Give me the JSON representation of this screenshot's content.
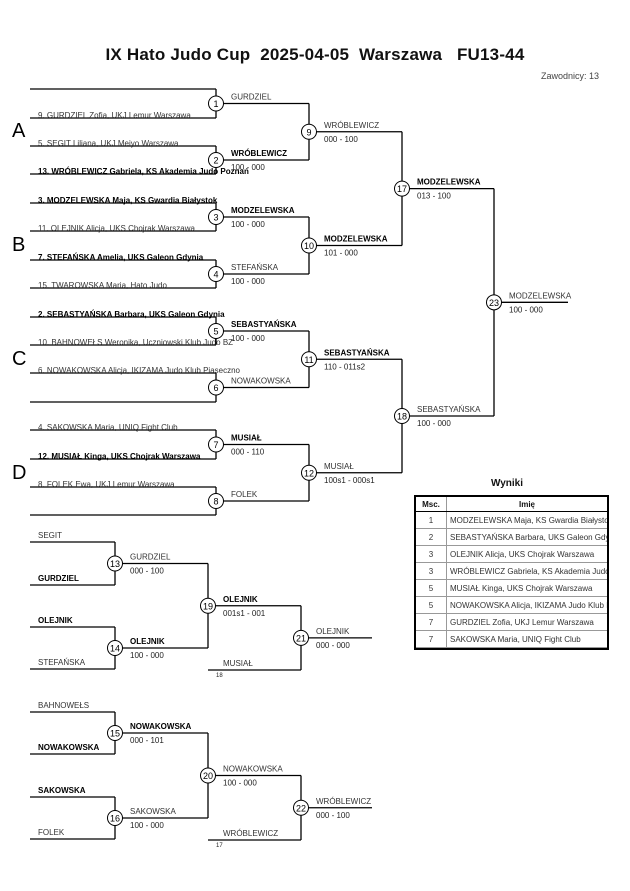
{
  "header": {
    "title": "IX Hato Judo Cup  2025-04-05  Warszawa   FU13-44",
    "competitors_count": "Zawodnicy: 13"
  },
  "groups": [
    "A",
    "B",
    "C",
    "D"
  ],
  "entries": [
    {
      "text": "9. GURDZIEL Zofia, UKJ Lemur Warszawa",
      "bold": false
    },
    {
      "text": "5. SEGIT Liliana, UKJ Meiyo Warszawa",
      "bold": false
    },
    {
      "text": "13. WRÓBLEWICZ Gabriela, KS Akademia Judo Poznań",
      "bold": true
    },
    {
      "text": "3. MODZELEWSKA Maja, KS Gwardia Białystok",
      "bold": true
    },
    {
      "text": "11. OLEJNIK Alicja, UKS Chojrak Warszawa",
      "bold": false
    },
    {
      "text": "7. STEFAŃSKA Amelia, UKS Galeon Gdynia",
      "bold": true
    },
    {
      "text": "15. TWAROWSKA Maria, Hato Judo",
      "bold": false
    },
    {
      "text": "2. SEBASTYAŃSKA Barbara, UKS Galeon Gdynia",
      "bold": true
    },
    {
      "text": "10. BAHNOWEŁS Weronika, Uczniowski Klub Judo BZ",
      "bold": false
    },
    {
      "text": "6. NOWAKOWSKA Alicja, IKIZAMA Judo Klub Piaseczno",
      "bold": false
    },
    {
      "text": "4. SAKOWSKA Maria, UNIQ Fight Club",
      "bold": false
    },
    {
      "text": "12. MUSIAŁ Kinga, UKS Chojrak Warszawa",
      "bold": true
    },
    {
      "text": "8. FOLEK Ewa, UKJ Lemur Warszawa",
      "bold": false
    }
  ],
  "matches": [
    {
      "id": "1",
      "name": "GURDZIEL",
      "score": "",
      "bold": false
    },
    {
      "id": "2",
      "name": "WRÓBLEWICZ",
      "score": "100 - 000",
      "bold": true
    },
    {
      "id": "3",
      "name": "MODZELEWSKA",
      "score": "100 - 000",
      "bold": true
    },
    {
      "id": "4",
      "name": "STEFAŃSKA",
      "score": "100 - 000",
      "bold": false
    },
    {
      "id": "5",
      "name": "SEBASTYAŃSKA",
      "score": "100 - 000",
      "bold": true
    },
    {
      "id": "6",
      "name": "NOWAKOWSKA",
      "score": "",
      "bold": false
    },
    {
      "id": "7",
      "name": "MUSIAŁ",
      "score": "000 - 110",
      "bold": true
    },
    {
      "id": "8",
      "name": "FOLEK",
      "score": "",
      "bold": false
    },
    {
      "id": "9",
      "name": "WRÓBLEWICZ",
      "score": "000 - 100",
      "bold": false
    },
    {
      "id": "10",
      "name": "MODZELEWSKA",
      "score": "101 - 000",
      "bold": true
    },
    {
      "id": "11",
      "name": "SEBASTYAŃSKA",
      "score": "110 - 011s2",
      "bold": true
    },
    {
      "id": "12",
      "name": "MUSIAŁ",
      "score": "100s1 - 000s1",
      "bold": false
    },
    {
      "id": "17",
      "name": "MODZELEWSKA",
      "score": "013 - 100",
      "bold": true
    },
    {
      "id": "18",
      "name": "SEBASTYAŃSKA",
      "score": "100 - 000",
      "bold": false
    },
    {
      "id": "23",
      "name": "MODZELEWSKA",
      "score": "100 - 000",
      "bold": false
    }
  ],
  "repechage": {
    "entries": [
      "SEGIT",
      "GURDZIEL",
      "OLEJNIK",
      "STEFAŃSKA",
      "BAHNOWEŁS",
      "NOWAKOWSKA",
      "SAKOWSKA",
      "FOLEK"
    ],
    "entries_bold": [
      false,
      true,
      true,
      false,
      false,
      true,
      true,
      false
    ],
    "matches": [
      {
        "id": "13",
        "name": "GURDZIEL",
        "score": "000 - 100",
        "bold": false
      },
      {
        "id": "14",
        "name": "OLEJNIK",
        "score": "100 - 000",
        "bold": true
      },
      {
        "id": "15",
        "name": "NOWAKOWSKA",
        "score": "000 - 101",
        "bold": true
      },
      {
        "id": "16",
        "name": "SAKOWSKA",
        "score": "100 - 000",
        "bold": false
      },
      {
        "id": "19",
        "name": "OLEJNIK",
        "score": "001s1 - 001",
        "bold": true
      },
      {
        "id": "20",
        "name": "NOWAKOWSKA",
        "score": "100 - 000",
        "bold": false
      },
      {
        "id": "21",
        "name": "OLEJNIK",
        "score": "000 - 000",
        "bold": false
      },
      {
        "id": "22",
        "name": "WRÓBLEWICZ",
        "score": "000 - 100",
        "bold": false
      }
    ],
    "incoming": [
      {
        "name": "MUSIAŁ",
        "ref": "18"
      },
      {
        "name": "WRÓBLEWICZ",
        "ref": "17"
      }
    ]
  },
  "results": {
    "title": "Wyniki",
    "headers": [
      "Msc.",
      "Imię"
    ],
    "rows": [
      {
        "place": "1",
        "name": "MODZELEWSKA Maja, KS Gwardia Białystok"
      },
      {
        "place": "2",
        "name": "SEBASTYAŃSKA Barbara, UKS Galeon Gdynia"
      },
      {
        "place": "3",
        "name": "OLEJNIK Alicja, UKS Chojrak Warszawa"
      },
      {
        "place": "3",
        "name": "WRÓBLEWICZ Gabriela, KS Akademia Judo Poznań"
      },
      {
        "place": "5",
        "name": "MUSIAŁ Kinga, UKS Chojrak Warszawa"
      },
      {
        "place": "5",
        "name": "NOWAKOWSKA Alicja, IKIZAMA Judo Klub Piaseczno"
      },
      {
        "place": "7",
        "name": "GURDZIEL Zofia, UKJ Lemur Warszawa"
      },
      {
        "place": "7",
        "name": "SAKOWSKA Maria, UNIQ Fight Club"
      }
    ]
  }
}
